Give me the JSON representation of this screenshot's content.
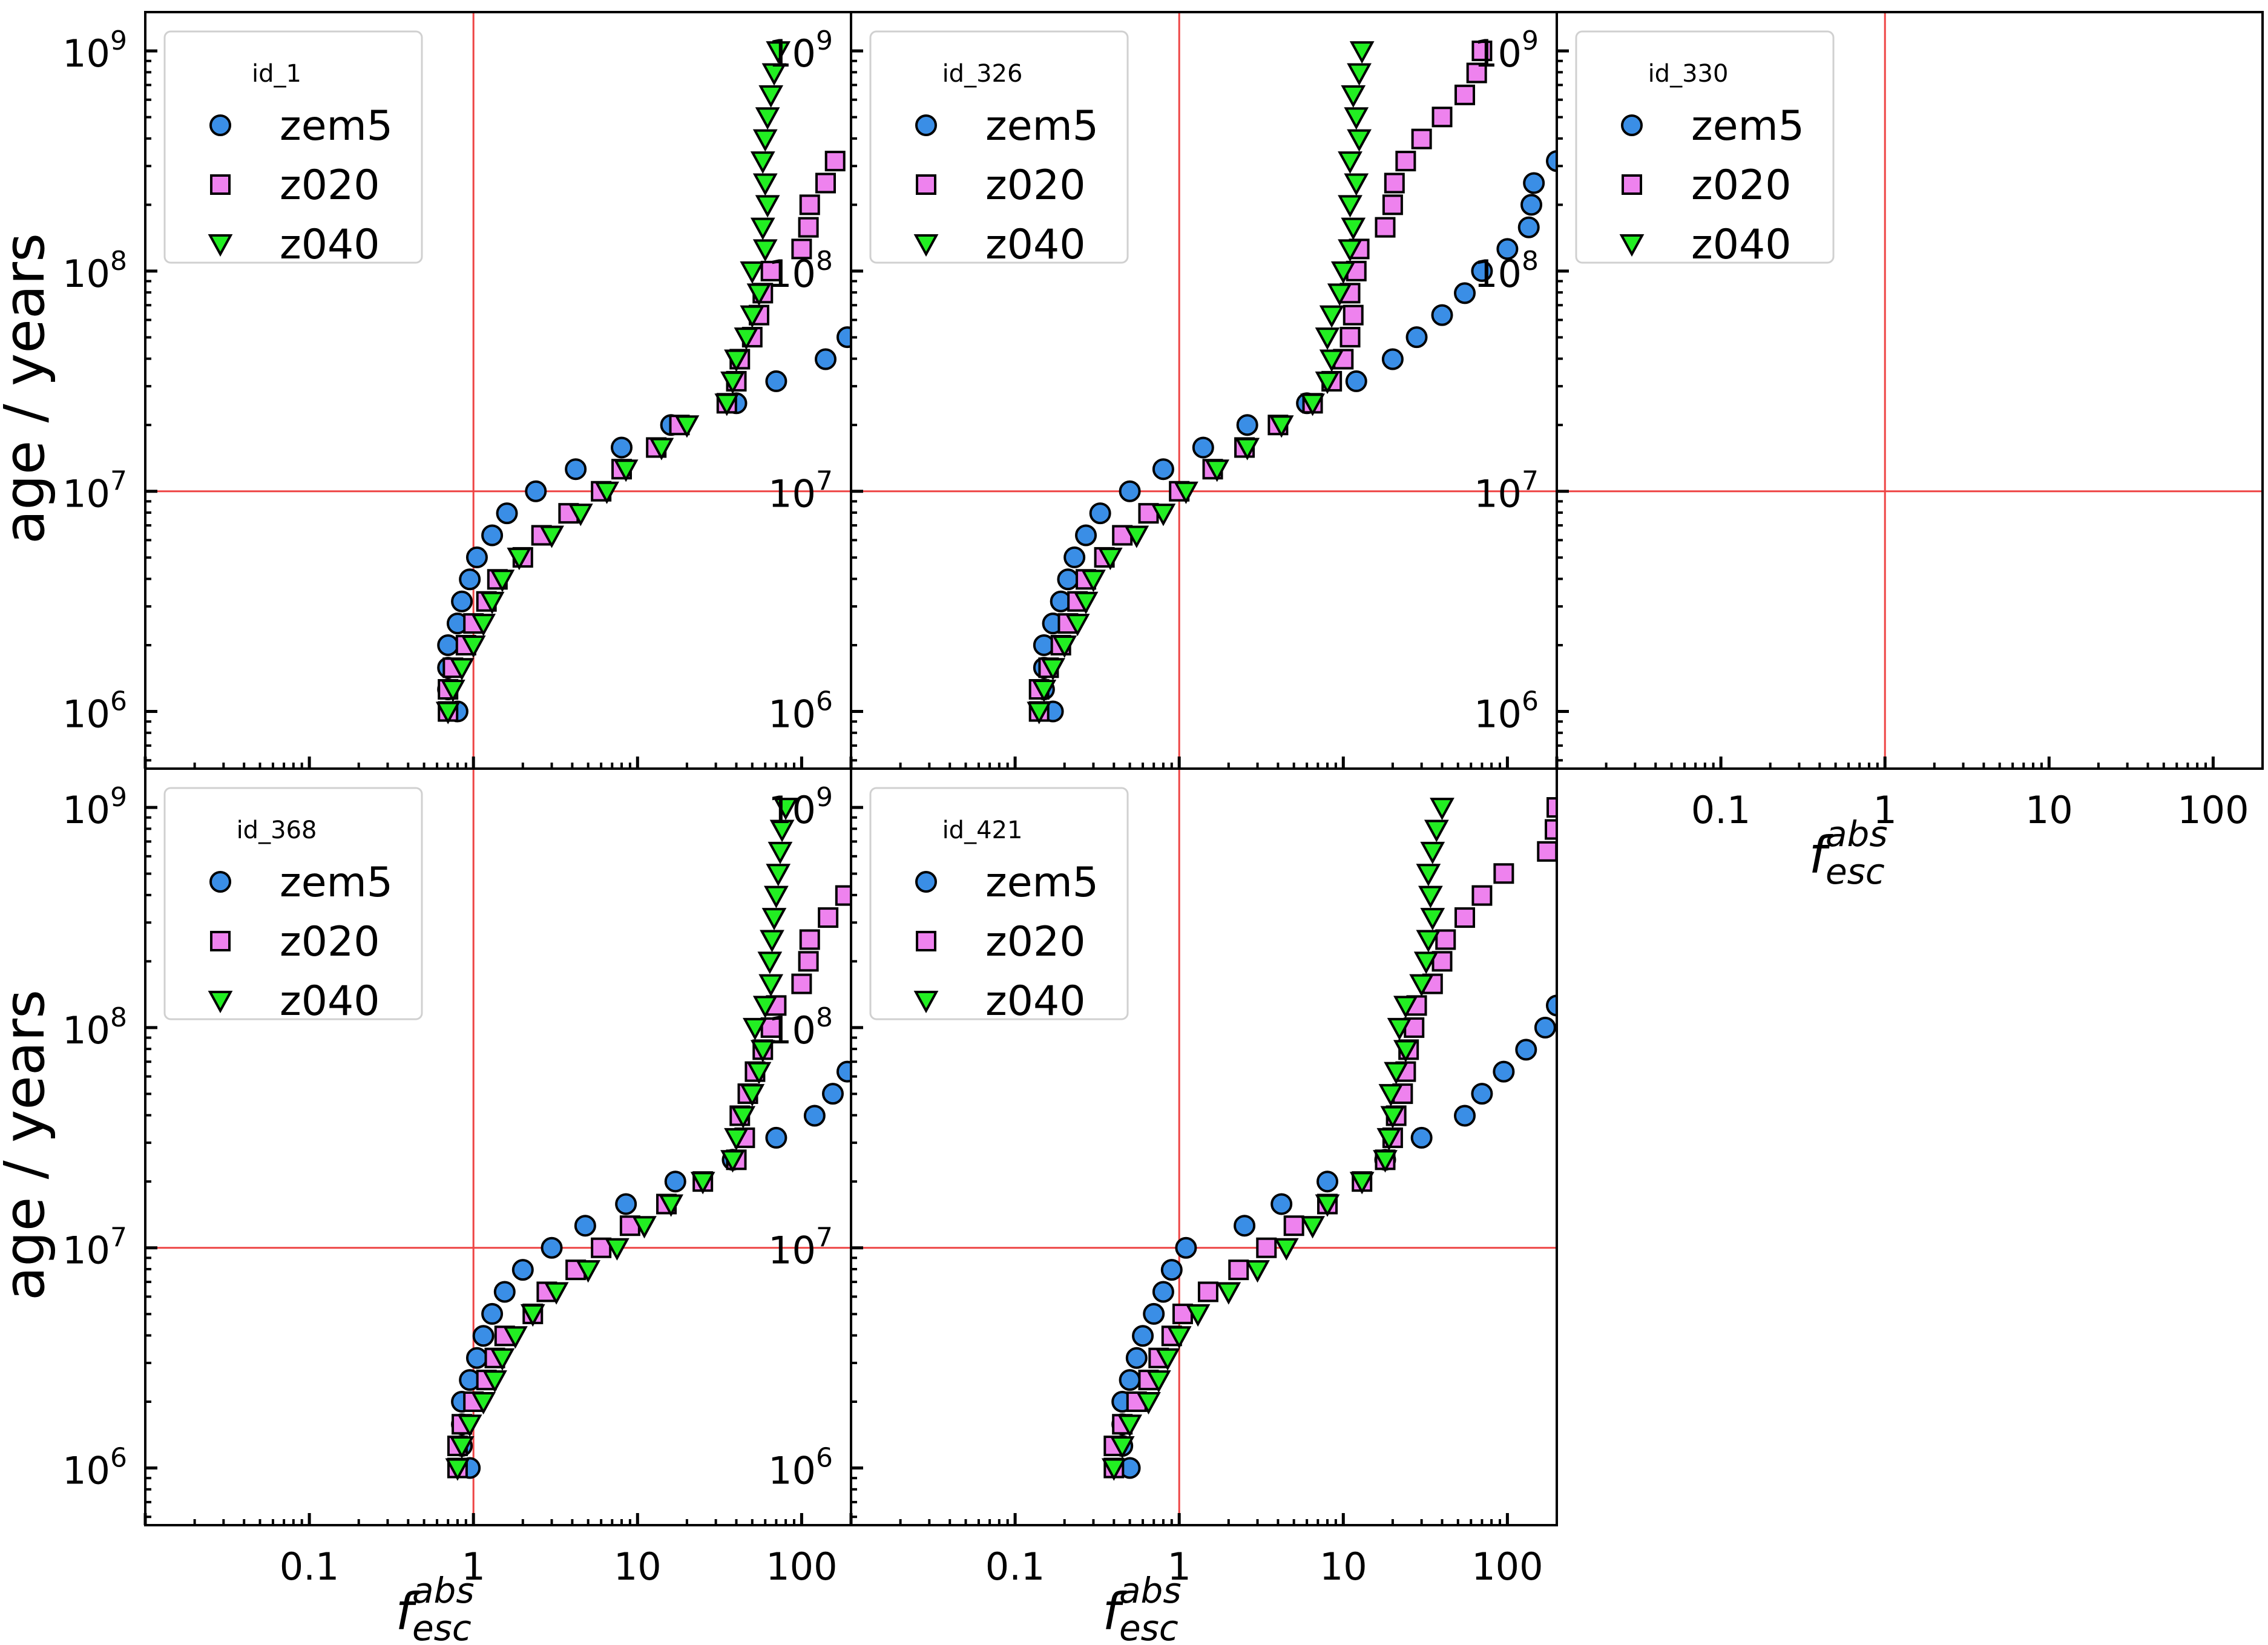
{
  "figure": {
    "ylabel": "age / years",
    "xlabel": {
      "symbol": "f",
      "superscript": "abs",
      "subscript": "esc"
    }
  },
  "legend": {
    "entries": [
      {
        "label": "zem5",
        "marker": "circle",
        "color": "#3a8ee6"
      },
      {
        "label": "z020",
        "marker": "square",
        "color": "#ee82ee"
      },
      {
        "label": "z040",
        "marker": "triangle-down",
        "color": "#22ee22"
      }
    ]
  },
  "colors": {
    "reference_line": "#ee4444",
    "marker_edge": "#000000"
  },
  "chart_data": [
    {
      "type": "scatter",
      "title": "id_1",
      "x_scale": "log",
      "y_scale": "log",
      "xlim": [
        0.01,
        200
      ],
      "ylim": [
        550000,
        1500000000
      ],
      "x_ticks": [
        "0.1",
        "1",
        "10",
        "100"
      ],
      "y_ticks": [
        "10^6",
        "10^7",
        "10^8",
        "10^9"
      ],
      "reference_lines": {
        "x": 1,
        "y": 10000000
      },
      "ages": [
        1000000,
        1260000,
        1580000,
        2000000,
        2510000,
        3160000,
        3980000,
        5010000,
        6310000,
        7940000,
        10000000,
        12600000,
        15800000,
        20000000,
        25100000,
        31600000,
        39800000,
        50100000,
        63100000,
        79400000,
        100000000,
        126000000,
        158000000,
        200000000,
        251000000,
        316000000,
        398000000,
        501000000,
        631000000,
        794000000,
        1000000000
      ],
      "series": [
        {
          "name": "zem5",
          "x": [
            0.8,
            0.7,
            0.7,
            0.7,
            0.8,
            0.85,
            0.95,
            1.05,
            1.3,
            1.6,
            2.4,
            4.2,
            8.0,
            16.0,
            40.0,
            70.0,
            140.0,
            190.0
          ]
        },
        {
          "name": "z020",
          "x": [
            0.7,
            0.7,
            0.75,
            0.9,
            1.0,
            1.2,
            1.4,
            2.0,
            2.6,
            3.8,
            6.0,
            8.0,
            13.0,
            18.0,
            35.0,
            40.0,
            42.0,
            50.0,
            55.0,
            58.0,
            65.0,
            100.0,
            110.0,
            112.0,
            140.0,
            160.0
          ]
        },
        {
          "name": "z040",
          "x": [
            0.7,
            0.75,
            0.85,
            1.0,
            1.15,
            1.3,
            1.5,
            1.9,
            3.0,
            4.5,
            6.5,
            8.5,
            14.0,
            20.0,
            35.0,
            38.0,
            40.0,
            46.0,
            50.0,
            55.0,
            50.0,
            60.0,
            58.0,
            62.0,
            60.0,
            58.0,
            60.0,
            62.0,
            65.0,
            68.0,
            72.0
          ]
        }
      ]
    },
    {
      "type": "scatter",
      "title": "id_326",
      "x_scale": "log",
      "y_scale": "log",
      "xlim": [
        0.01,
        200
      ],
      "ylim": [
        550000,
        1500000000
      ],
      "x_ticks": [
        "0.1",
        "1",
        "10",
        "100"
      ],
      "y_ticks": [
        "10^6",
        "10^7",
        "10^8",
        "10^9"
      ],
      "reference_lines": {
        "x": 1,
        "y": 10000000
      },
      "ages": [
        1000000,
        1260000,
        1580000,
        2000000,
        2510000,
        3160000,
        3980000,
        5010000,
        6310000,
        7940000,
        10000000,
        12600000,
        15800000,
        20000000,
        25100000,
        31600000,
        39800000,
        50100000,
        63100000,
        79400000,
        100000000,
        126000000,
        158000000,
        200000000,
        251000000,
        316000000,
        398000000,
        501000000,
        631000000,
        794000000,
        1000000000
      ],
      "series": [
        {
          "name": "zem5",
          "x": [
            0.17,
            0.15,
            0.15,
            0.15,
            0.17,
            0.19,
            0.21,
            0.23,
            0.27,
            0.33,
            0.5,
            0.8,
            1.4,
            2.6,
            6.0,
            12.0,
            20.0,
            28.0,
            40.0,
            55.0,
            70.0,
            100.0,
            135.0,
            140.0,
            145.0,
            200.0
          ]
        },
        {
          "name": "z020",
          "x": [
            0.14,
            0.14,
            0.16,
            0.19,
            0.21,
            0.24,
            0.27,
            0.35,
            0.45,
            0.65,
            1.0,
            1.6,
            2.5,
            4.0,
            6.5,
            8.5,
            10.0,
            11.0,
            11.5,
            11.0,
            12.0,
            12.5,
            18.0,
            20.0,
            20.5,
            24.0,
            30.0,
            40.0,
            55.0,
            65.0,
            70.0
          ]
        },
        {
          "name": "z040",
          "x": [
            0.14,
            0.15,
            0.17,
            0.2,
            0.24,
            0.27,
            0.3,
            0.38,
            0.55,
            0.8,
            1.1,
            1.7,
            2.6,
            4.2,
            6.5,
            8.0,
            8.5,
            8.0,
            8.5,
            9.5,
            10.0,
            11.0,
            11.5,
            11.0,
            12.0,
            11.0,
            12.5,
            12.0,
            11.5,
            12.5,
            13.0
          ]
        }
      ]
    },
    {
      "type": "scatter",
      "title": "id_330",
      "x_scale": "log",
      "y_scale": "log",
      "xlim": [
        0.01,
        200
      ],
      "ylim": [
        550000,
        1500000000
      ],
      "x_ticks": [
        "0.1",
        "1",
        "10",
        "100"
      ],
      "y_ticks": [
        "10^6",
        "10^7",
        "10^8",
        "10^9"
      ],
      "reference_lines": {
        "x": 1,
        "y": 10000000
      },
      "ages": [],
      "series": [
        {
          "name": "zem5",
          "x": []
        },
        {
          "name": "z020",
          "x": []
        },
        {
          "name": "z040",
          "x": []
        }
      ]
    },
    {
      "type": "scatter",
      "title": "id_368",
      "x_scale": "log",
      "y_scale": "log",
      "xlim": [
        0.01,
        200
      ],
      "ylim": [
        550000,
        1500000000
      ],
      "x_ticks": [
        "0.1",
        "1",
        "10",
        "100"
      ],
      "y_ticks": [
        "10^6",
        "10^7",
        "10^8",
        "10^9"
      ],
      "reference_lines": {
        "x": 1,
        "y": 10000000
      },
      "ages": [
        1000000,
        1260000,
        1580000,
        2000000,
        2510000,
        3160000,
        3980000,
        5010000,
        6310000,
        7940000,
        10000000,
        12600000,
        15800000,
        20000000,
        25100000,
        31600000,
        39800000,
        50100000,
        63100000,
        79400000,
        100000000,
        126000000,
        158000000,
        200000000,
        251000000,
        316000000,
        398000000,
        501000000,
        631000000,
        794000000,
        1000000000
      ],
      "series": [
        {
          "name": "zem5",
          "x": [
            0.95,
            0.85,
            0.85,
            0.85,
            0.95,
            1.05,
            1.15,
            1.3,
            1.55,
            2.0,
            3.0,
            4.8,
            8.5,
            17.0,
            38.0,
            70.0,
            120.0,
            155.0,
            190.0
          ]
        },
        {
          "name": "z020",
          "x": [
            0.8,
            0.8,
            0.85,
            1.0,
            1.2,
            1.35,
            1.55,
            2.3,
            2.8,
            4.2,
            6.0,
            9.0,
            15.0,
            25.0,
            40.0,
            45.0,
            42.0,
            47.0,
            52.0,
            58.0,
            65.0,
            70.0,
            100.0,
            110.0,
            112.0,
            145.0,
            185.0
          ]
        },
        {
          "name": "z040",
          "x": [
            0.8,
            0.85,
            0.95,
            1.15,
            1.35,
            1.5,
            1.8,
            2.3,
            3.2,
            5.0,
            7.5,
            11.0,
            16.0,
            25.0,
            38.0,
            40.0,
            44.0,
            50.0,
            55.0,
            58.0,
            52.0,
            60.0,
            65.0,
            64.0,
            66.0,
            68.0,
            70.0,
            72.0,
            74.0,
            76.0,
            80.0
          ]
        }
      ]
    },
    {
      "type": "scatter",
      "title": "id_421",
      "x_scale": "log",
      "y_scale": "log",
      "xlim": [
        0.01,
        200
      ],
      "ylim": [
        550000,
        1500000000
      ],
      "x_ticks": [
        "0.1",
        "1",
        "10",
        "100"
      ],
      "y_ticks": [
        "10^6",
        "10^7",
        "10^8",
        "10^9"
      ],
      "reference_lines": {
        "x": 1,
        "y": 10000000
      },
      "ages": [
        1000000,
        1260000,
        1580000,
        2000000,
        2510000,
        3160000,
        3980000,
        5010000,
        6310000,
        7940000,
        10000000,
        12600000,
        15800000,
        20000000,
        25100000,
        31600000,
        39800000,
        50100000,
        63100000,
        79400000,
        100000000,
        126000000,
        158000000,
        200000000,
        251000000,
        316000000,
        398000000,
        501000000,
        631000000,
        794000000,
        1000000000
      ],
      "series": [
        {
          "name": "zem5",
          "x": [
            0.5,
            0.45,
            0.45,
            0.45,
            0.5,
            0.55,
            0.6,
            0.7,
            0.8,
            0.9,
            1.1,
            2.5,
            4.2,
            8.0,
            18.0,
            30.0,
            55.0,
            70.0,
            95.0,
            130.0,
            170.0,
            200.0
          ]
        },
        {
          "name": "z020",
          "x": [
            0.4,
            0.4,
            0.45,
            0.55,
            0.65,
            0.75,
            0.9,
            1.05,
            1.5,
            2.3,
            3.4,
            5.0,
            8.0,
            13.0,
            18.0,
            20.0,
            21.0,
            23.0,
            24.0,
            25.0,
            27.0,
            28.0,
            35.0,
            40.0,
            42.0,
            55.0,
            70.0,
            95.0,
            175.0,
            195.0,
            200.0
          ]
        },
        {
          "name": "z040",
          "x": [
            0.4,
            0.45,
            0.5,
            0.65,
            0.75,
            0.85,
            1.0,
            1.3,
            2.0,
            3.0,
            4.5,
            6.5,
            8.0,
            13.0,
            18.0,
            19.0,
            20.0,
            19.5,
            21.0,
            24.0,
            22.0,
            24.0,
            30.0,
            32.0,
            33.0,
            35.0,
            34.0,
            33.0,
            35.0,
            37.0,
            40.0
          ]
        }
      ]
    }
  ]
}
